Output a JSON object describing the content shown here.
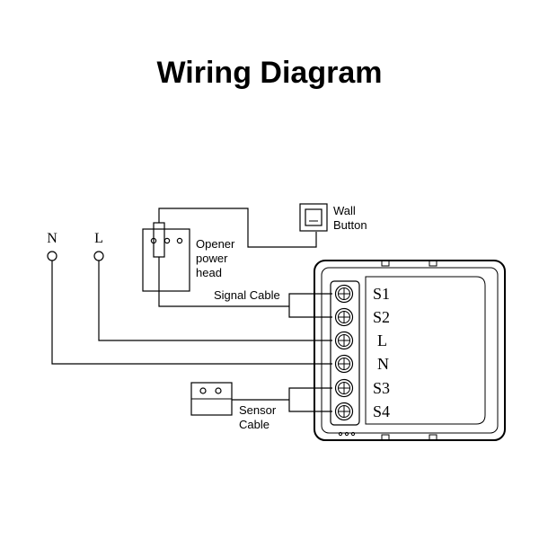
{
  "title": "Wiring Diagram",
  "power_lines": {
    "neutral": "N",
    "live": "L"
  },
  "labels": {
    "wall_button": [
      "Wall",
      "Button"
    ],
    "opener": [
      "Opener",
      "power",
      "head"
    ],
    "signal_cable": "Signal Cable",
    "sensor_cable": [
      "Sensor",
      "Cable"
    ]
  },
  "terminals": [
    "S1",
    "S2",
    "L",
    "N",
    "S3",
    "S4"
  ]
}
